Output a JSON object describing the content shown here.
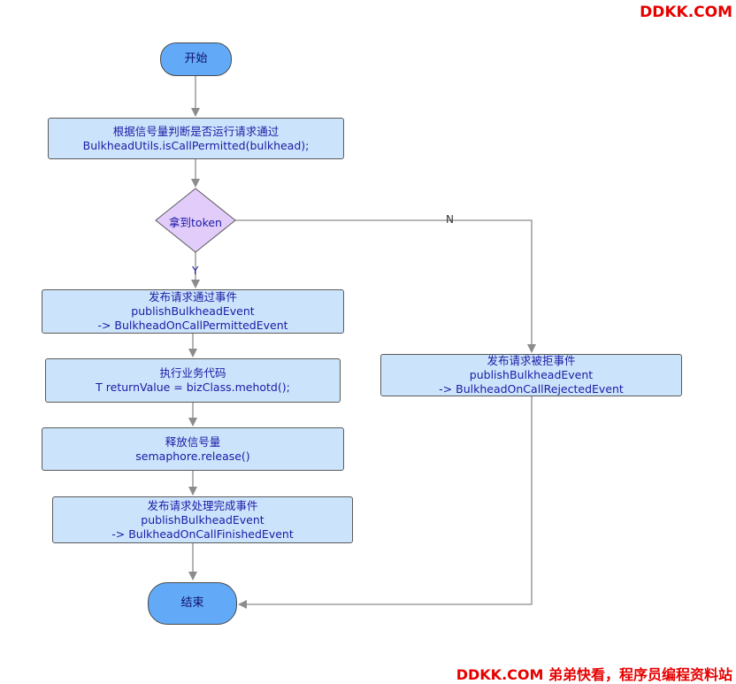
{
  "watermark_top": "DDKK.COM",
  "watermark_bottom": "DDKK.COM 弟弟快看，程序员编程资料站",
  "colors": {
    "process_fill": "#cce4fb",
    "terminal_fill": "#62aaf8",
    "decision_fill": "#e2ccfa",
    "text": "#1a1aa6",
    "arrow": "#8c8c8c",
    "watermark": "#e60000"
  },
  "nodes": {
    "start": {
      "label": "开始"
    },
    "check": {
      "line1": "根据信号量判断是否运行请求通过",
      "line2": "BulkheadUtils.isCallPermitted(bulkhead);"
    },
    "decision": {
      "label": "拿到token"
    },
    "permitted": {
      "line1": "发布请求通过事件",
      "line2": "publishBulkheadEvent",
      "line3": "-> BulkheadOnCallPermittedEvent"
    },
    "execute": {
      "line1": "执行业务代码",
      "line2": "T returnValue = bizClass.mehotd();"
    },
    "release": {
      "line1": "释放信号量",
      "line2": "semaphore.release()"
    },
    "finished": {
      "line1": "发布请求处理完成事件",
      "line2": "publishBulkheadEvent",
      "line3": "-> BulkheadOnCallFinishedEvent"
    },
    "rejected": {
      "line1": "发布请求被拒事件",
      "line2": "publishBulkheadEvent",
      "line3": "-> BulkheadOnCallRejectedEvent"
    },
    "end": {
      "label": "结束"
    }
  },
  "edges": {
    "yes_label": "Y",
    "no_label": "N"
  }
}
